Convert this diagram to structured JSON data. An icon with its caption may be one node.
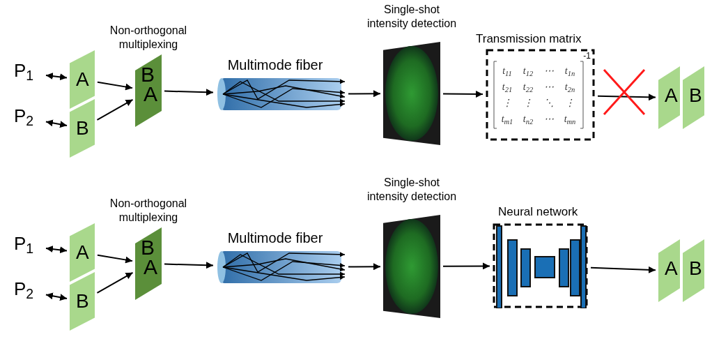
{
  "diagram": {
    "nodes": [
      {
        "text": [
          "P$_{1}$"
        ]
      },
      {
        "text": [
          "P$_{2}$"
        ]
      },
      {
        "text": [
          "A"
        ]
      },
      {
        "text": [
          "B"
        ]
      },
      {
        "text": [
          "B",
          "A"
        ],
        "beside": [
          "Non-orthogonal multiplexing"
        ]
      },
      {
        "text": [],
        "shape": "cylinder",
        "beside": [
          "Multimode fiber"
        ]
      },
      {
        "text": [],
        "shape": "picture",
        "beside": [
          "Single-shot intensity detection"
        ]
      },
      {
        "text": [
          "Transmission matrix",
          "t$_{11}$",
          "t$_{12}$",
          "⋯",
          "t$_{1n}$",
          "t$_{21}$",
          "t$_{22}$",
          "⋯",
          "t$_{2n}$",
          "⋮",
          "⋮",
          "⋱",
          "⋮",
          "t$_{m1}$",
          "t$_{n2}$",
          "⋯",
          "t$_{mn}$",
          "-1"
        ]
      },
      {
        "text": [
          "A"
        ]
      },
      {
        "text": [
          "B"
        ]
      },
      {
        "text": [
          "P$_{1}$"
        ]
      },
      {
        "text": [
          "P$_{2}$"
        ]
      },
      {
        "text": [
          "A"
        ]
      },
      {
        "text": [
          "B"
        ]
      },
      {
        "text": [
          "B",
          "A"
        ],
        "beside": [
          "Non-orthogonal multiplexing"
        ]
      },
      {
        "text": [],
        "shape": "cylinder",
        "beside": [
          "Multimode fiber"
        ]
      },
      {
        "text": [],
        "shape": "picture",
        "beside": [
          "Single-shot intensity detection"
        ]
      },
      {
        "text": [
          "Neural network"
        ]
      },
      {
        "text": [
          "A"
        ]
      },
      {
        "text": [
          "B"
        ]
      }
    ],
    "edges": [
      {
        "from": 0,
        "to": 2,
        "arrow": "both"
      },
      {
        "from": 1,
        "to": 3,
        "arrow": "both"
      },
      {
        "from": 2,
        "to": 4,
        "arrow": "to"
      },
      {
        "from": 3,
        "to": 4,
        "arrow": "to"
      },
      {
        "from": 4,
        "to": 5,
        "arrow": "to"
      },
      {
        "from": 5,
        "to": 6,
        "arrow": "to"
      },
      {
        "from": 6,
        "to": 7,
        "arrow": "to"
      },
      {
        "from": 7,
        "to": 8,
        "arrow": "to"
      },
      {
        "from": 10,
        "to": 12,
        "arrow": "both"
      },
      {
        "from": 11,
        "to": 13,
        "arrow": "both"
      },
      {
        "from": 12,
        "to": 14,
        "arrow": "to"
      },
      {
        "from": 13,
        "to": 14,
        "arrow": "to"
      },
      {
        "from": 14,
        "to": 15,
        "arrow": "to"
      },
      {
        "from": 15,
        "to": 16,
        "arrow": "to"
      },
      {
        "from": 16,
        "to": 17,
        "arrow": "to"
      },
      {
        "from": 17,
        "to": 18,
        "arrow": "to"
      }
    ]
  }
}
